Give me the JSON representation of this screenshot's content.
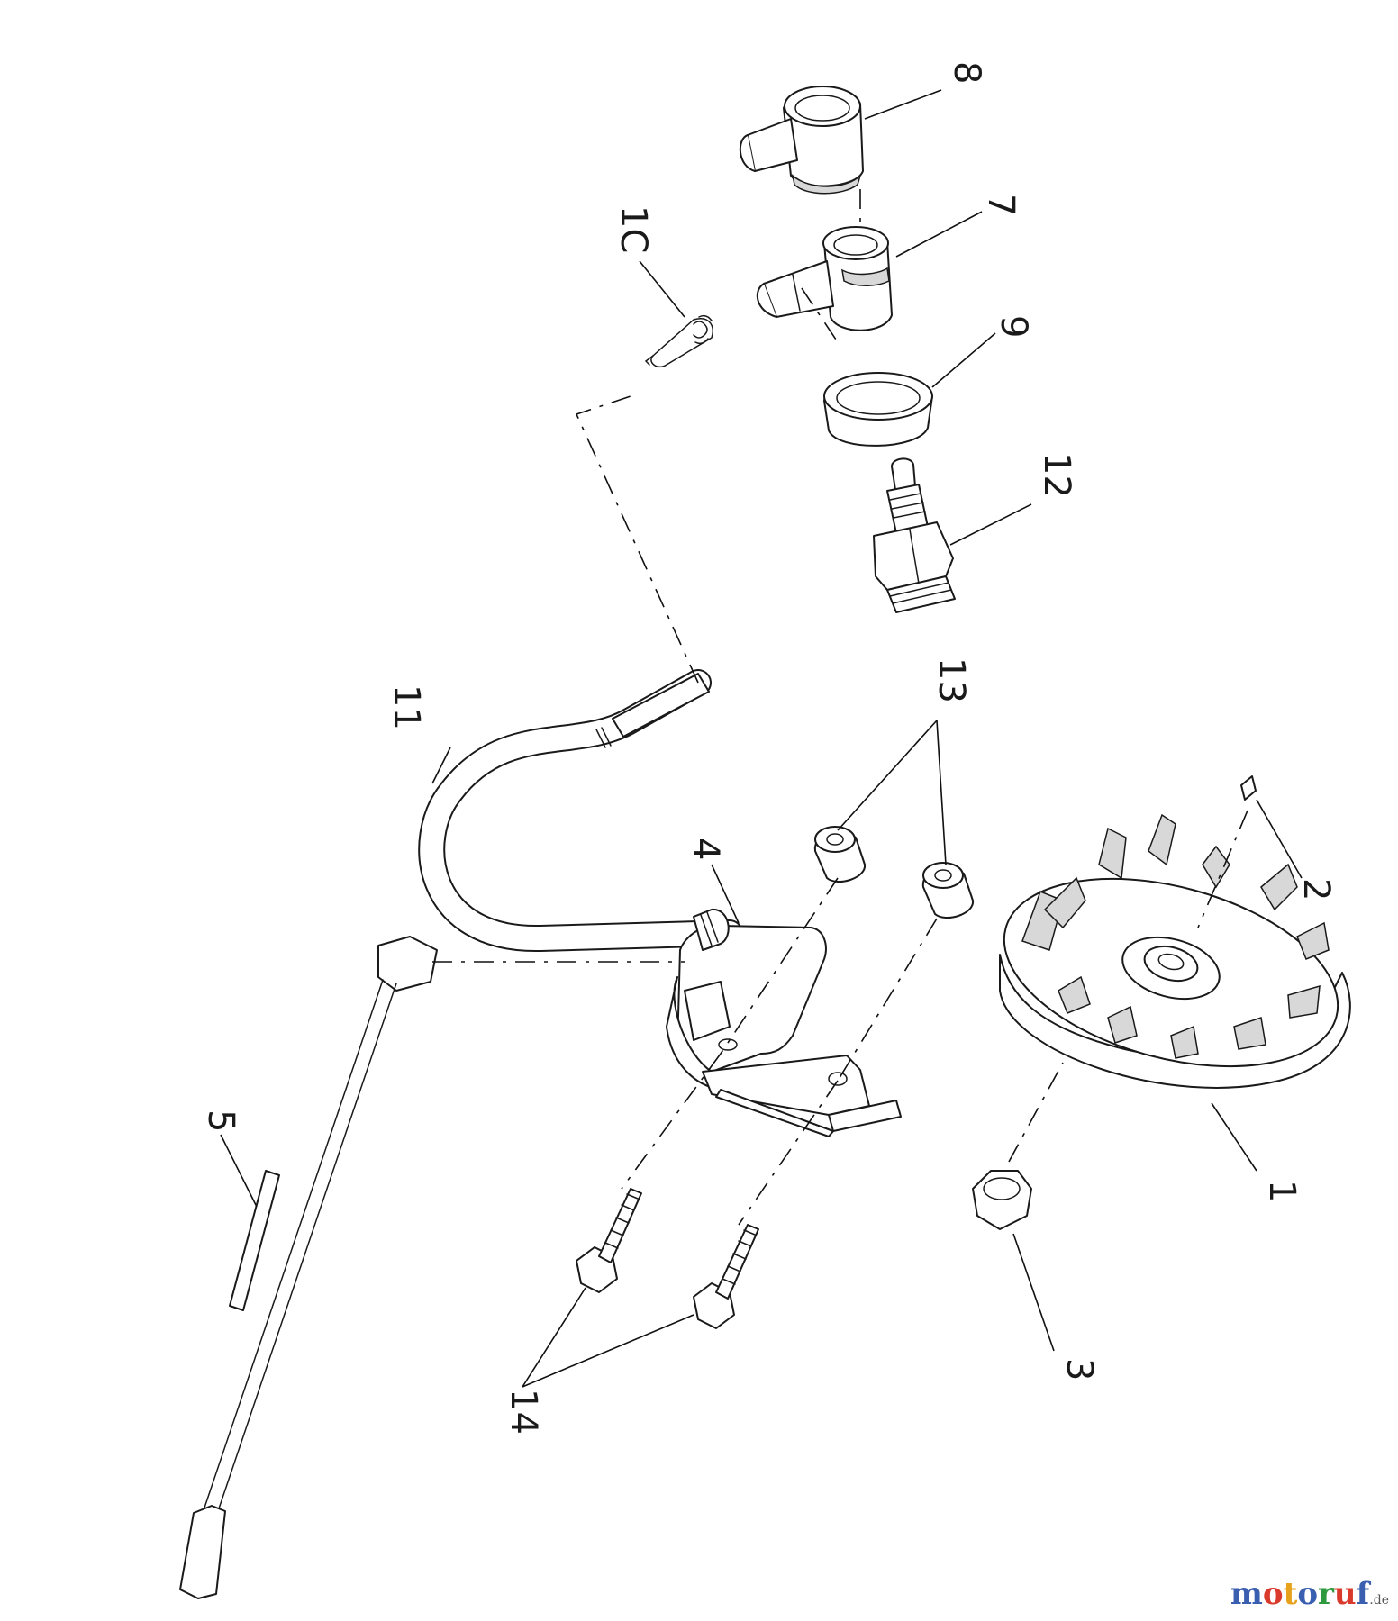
{
  "callouts": {
    "c1": "1",
    "c1c": "1C",
    "c2": "2",
    "c3": "3",
    "c4": "4",
    "c5": "5",
    "c7": "7",
    "c8": "8",
    "c9": "9",
    "c11": "11",
    "c12": "12",
    "c13": "13",
    "c14": "14"
  },
  "watermark": {
    "letters": [
      "m",
      "o",
      "t",
      "o",
      "r",
      "u",
      "f"
    ],
    "colors": [
      "#3a5fb0",
      "#d93a2b",
      "#e6a21a",
      "#3a5fb0",
      "#2e9a3e",
      "#d93a2b",
      "#3a5fb0"
    ],
    "suffix": ".de"
  }
}
